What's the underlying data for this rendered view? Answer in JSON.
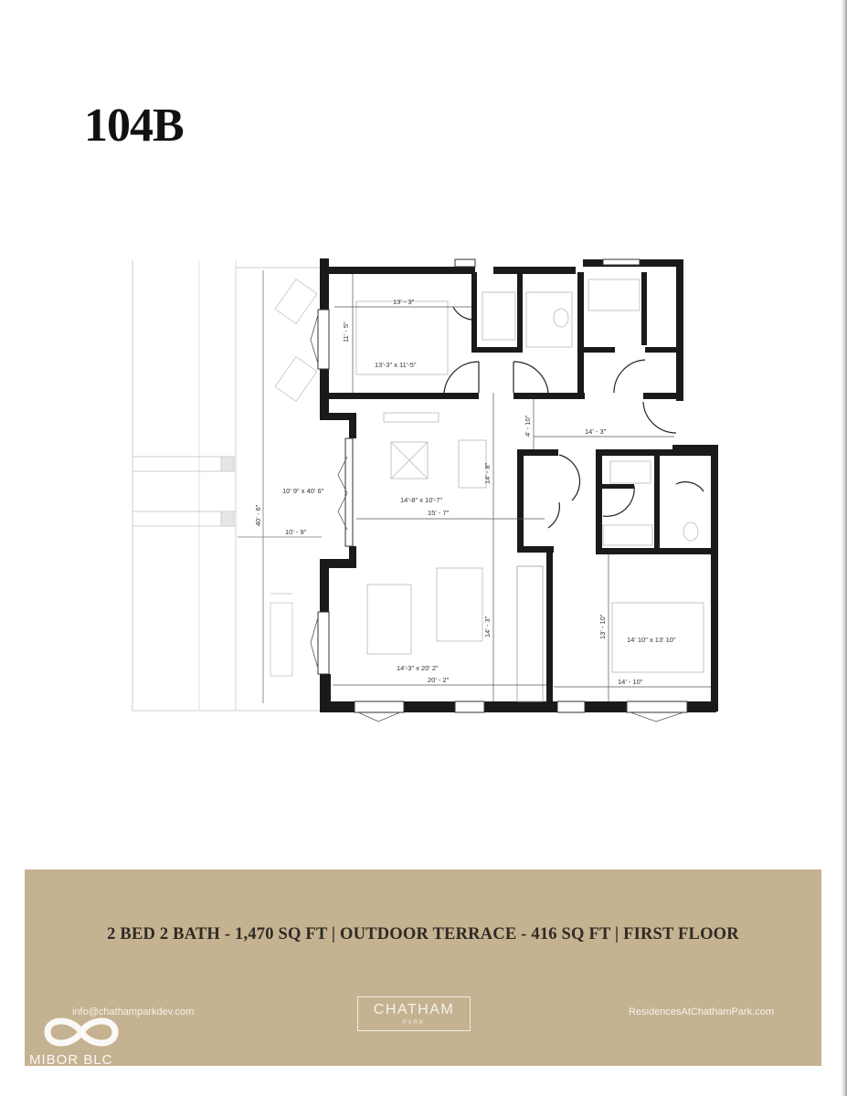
{
  "unit": {
    "title": "104B"
  },
  "floorplan": {
    "dimensions": {
      "bed1_width": "13' - 3\"",
      "bed1_depth": "11' - 5\"",
      "bed1_size": "13'-3\" x 11'-5\"",
      "terrace_size": "10' 9\" x 40' 6\"",
      "terrace_length": "40' - 6\"",
      "terrace_width": "10' - 9\"",
      "living_size": "14'-8\" x 10'-7\"",
      "living_width": "15' - 7\"",
      "living_depth": "14' - 8\"",
      "hall_depth": "4' - 10\"",
      "hall_width": "14' - 3\"",
      "kitchen_size": "14'-3\" x 20' 2\"",
      "kitchen_width": "20' - 2\"",
      "kitchen_depth": "14' - 3\"",
      "bed2_size": "14' 10\" x 13' 10\"",
      "bed2_width": "14' - 10\"",
      "bed2_depth": "13' - 10\""
    }
  },
  "banner": {
    "summary": "2 BED 2 BATH - 1,470 SQ FT | OUTDOOR TERRACE - 416 SQ FT | FIRST FLOOR",
    "email": "info@chathamparkdev.com",
    "website": "ResidencesAtChathamPark.com",
    "logo_main": "CHATHAM",
    "logo_sub": "PARK",
    "background": "#c5b291"
  },
  "watermark": {
    "text": "MIBOR BLC",
    "icon": "infinity-icon"
  }
}
